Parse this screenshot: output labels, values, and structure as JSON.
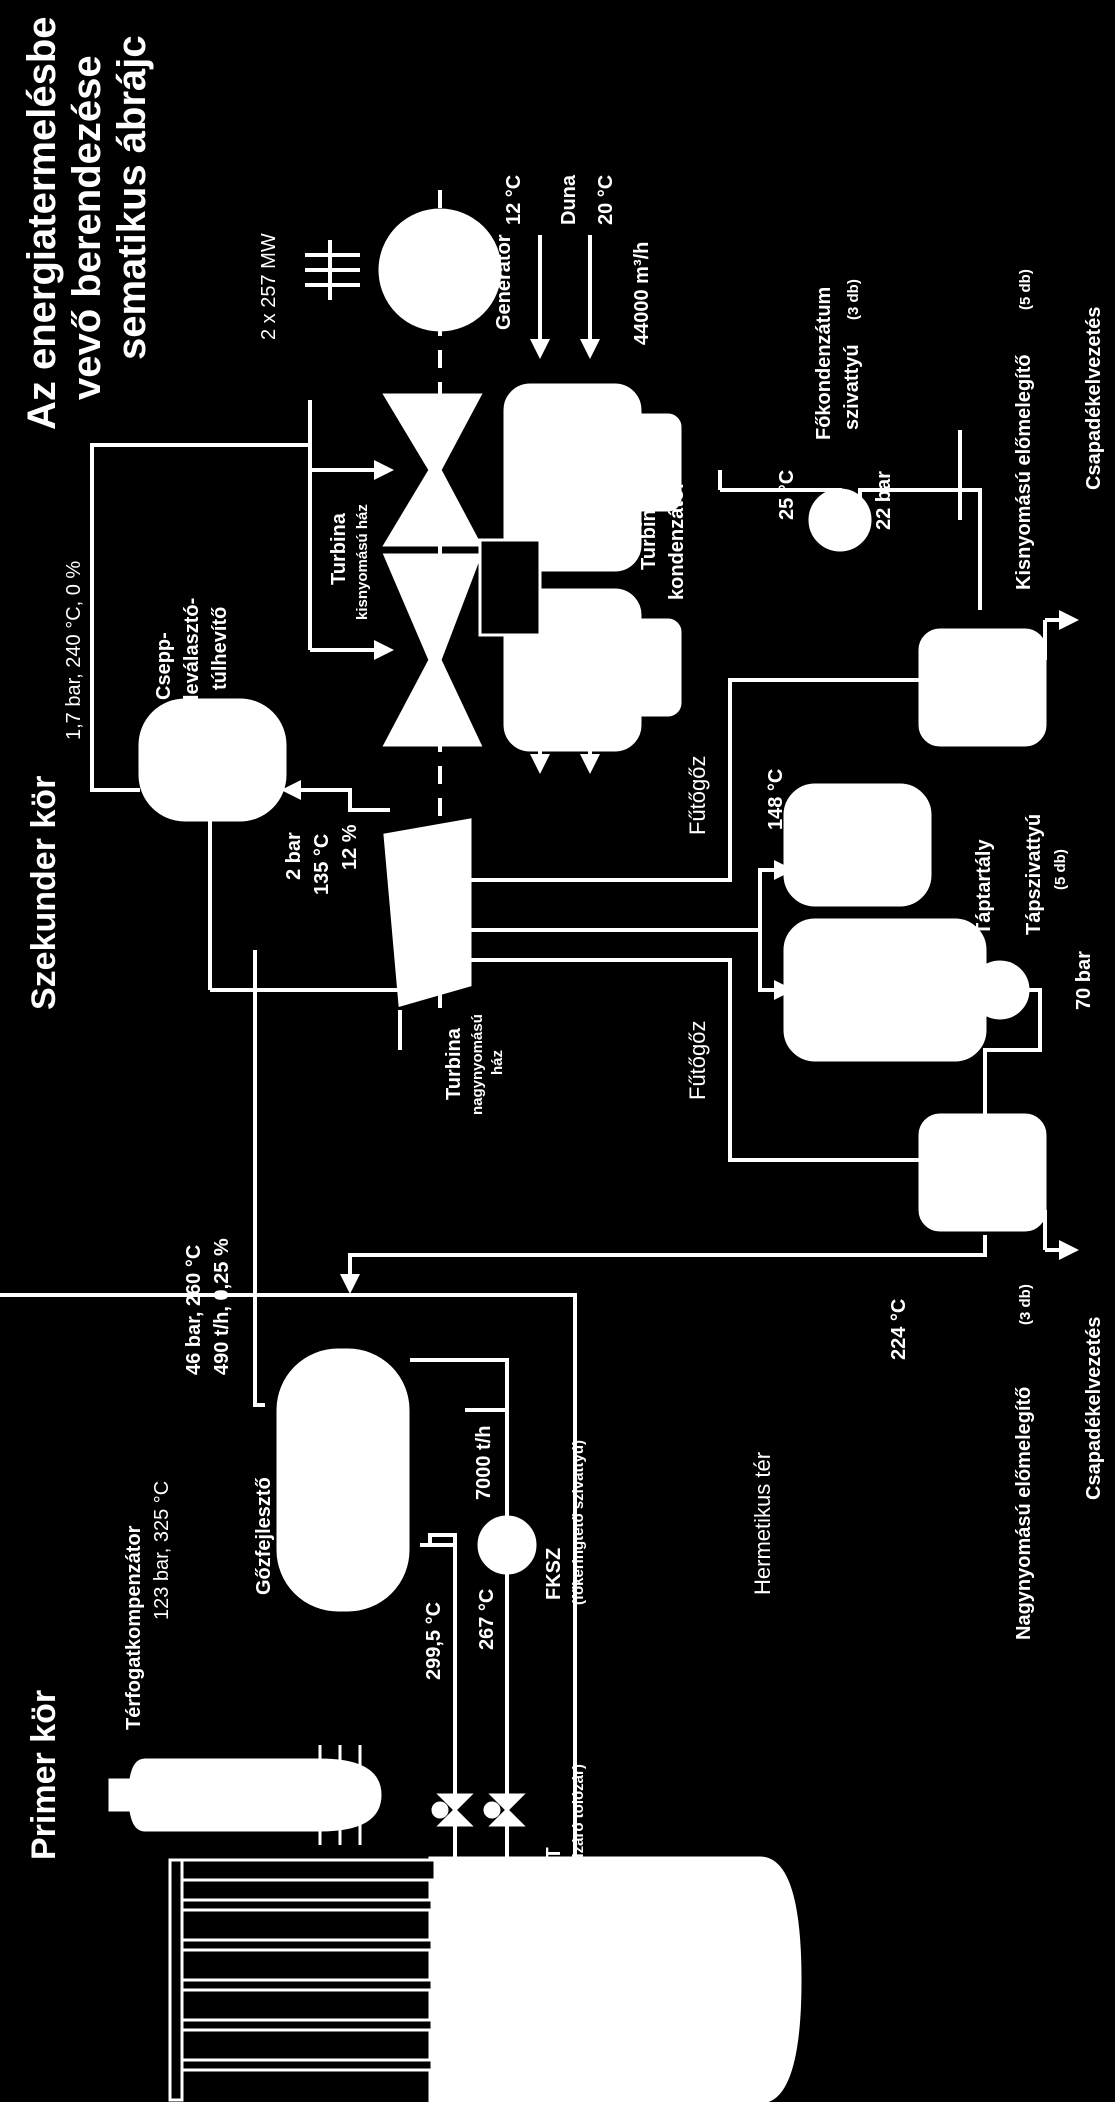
{
  "title": {
    "line1": "Az energiatermelésbe",
    "line2": "vevő berendezése",
    "line3": "sematikus ábrájc"
  },
  "sections": {
    "primary": "Primer kör",
    "secondary": "Szekunder kör",
    "hermetic": "Hermetikus tér"
  },
  "labels": {
    "terfogatkompenzator": "Térfogatkompenzátor",
    "terfogat_params": "123 bar, 325 °C",
    "gozfejleszto": "Gőzfejlesztő",
    "gf_params1": "46 bar, 260 °C",
    "gf_params2": "490 t/h, 0,25 %",
    "t_hot": "299,5 °C",
    "t_cold": "267 °C",
    "fet": "FET",
    "fet_sub": "(főelzáró tolózár)",
    "fksz": "FKSZ",
    "fksz_sub": "(főkeringtető szivattyú)",
    "flow_7000": "7000 t/h",
    "t_224": "224 °C",
    "nagynyomasu_elomelegito": "Nagynyomású előmelegítő",
    "nny_count": "(3 db)",
    "csapadek1": "Csapadékelvezetés",
    "csapadek2": "Csapadékelvezetés",
    "turbina_nny": "Turbina",
    "turbina_nny_sub1": "nagynyomású",
    "turbina_nny_sub2": "ház",
    "futogoz1": "Fűtőgőz",
    "futogoz2": "Fűtőgőz",
    "p_2bar": "2 bar",
    "t_135": "135 °C",
    "pct_12": "12 %",
    "csepp1": "Csepp-",
    "csepp2": "leválasztó-",
    "csepp3": "túlhevítő",
    "csepp_params": "1,7 bar, 240 °C, 0 %",
    "turbina_kny": "Turbina",
    "turbina_kny_sub": "kisnyomású ház",
    "turbina_kond1": "Turbina",
    "turbina_kond2": "kondenzátor",
    "generator": "Generátor",
    "power": "2 x 257 MW",
    "duna": "Duna",
    "t_12": "12 °C",
    "t_20": "20 °C",
    "flow_44000": "44000 m³/h",
    "fokondenzatum1": "Főkondenzátum",
    "fokondenzatum2": "szivattyú",
    "fokondenzatum_count": "(3 db)",
    "t_25": "25 °C",
    "p_22": "22 bar",
    "kisnyomasu_elomelegito": "Kisnyomású előmelegítő",
    "kny_count": "(5 db)",
    "t_148": "148 °C",
    "taptartaly": "Táptartály",
    "tapszivattyu": "Tápszivattyú",
    "tap_count": "(5 db)",
    "p_70": "70 bar"
  }
}
